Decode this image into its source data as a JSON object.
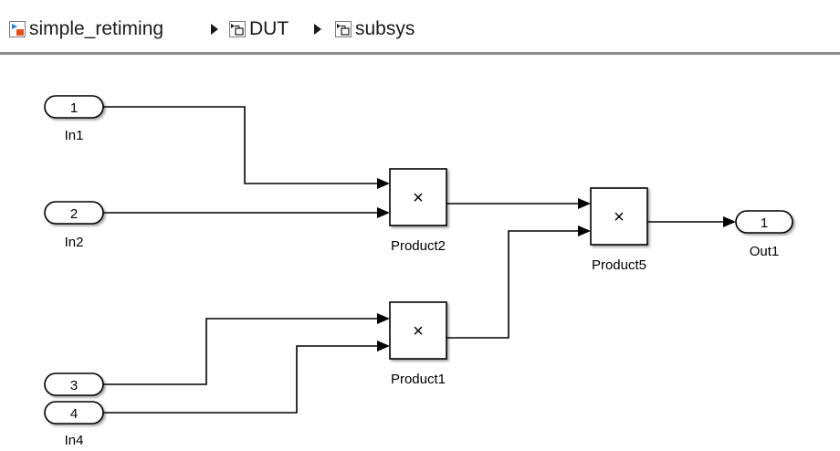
{
  "breadcrumb": {
    "items": [
      {
        "label": "simple_retiming",
        "icon": "model-icon"
      },
      {
        "label": "DUT",
        "icon": "subsystem-icon"
      },
      {
        "label": "subsys",
        "icon": "subsystem-icon"
      }
    ],
    "separator_icon": "chevron-right-icon"
  },
  "diagram": {
    "inports": [
      {
        "number": "1",
        "label": "In1"
      },
      {
        "number": "2",
        "label": "In2"
      },
      {
        "number": "3",
        "label": ""
      },
      {
        "number": "4",
        "label": "In4"
      }
    ],
    "blocks": [
      {
        "symbol": "×",
        "label": "Product2"
      },
      {
        "symbol": "×",
        "label": "Product1"
      },
      {
        "symbol": "×",
        "label": "Product5"
      }
    ],
    "outport": {
      "number": "1",
      "label": "Out1"
    }
  }
}
